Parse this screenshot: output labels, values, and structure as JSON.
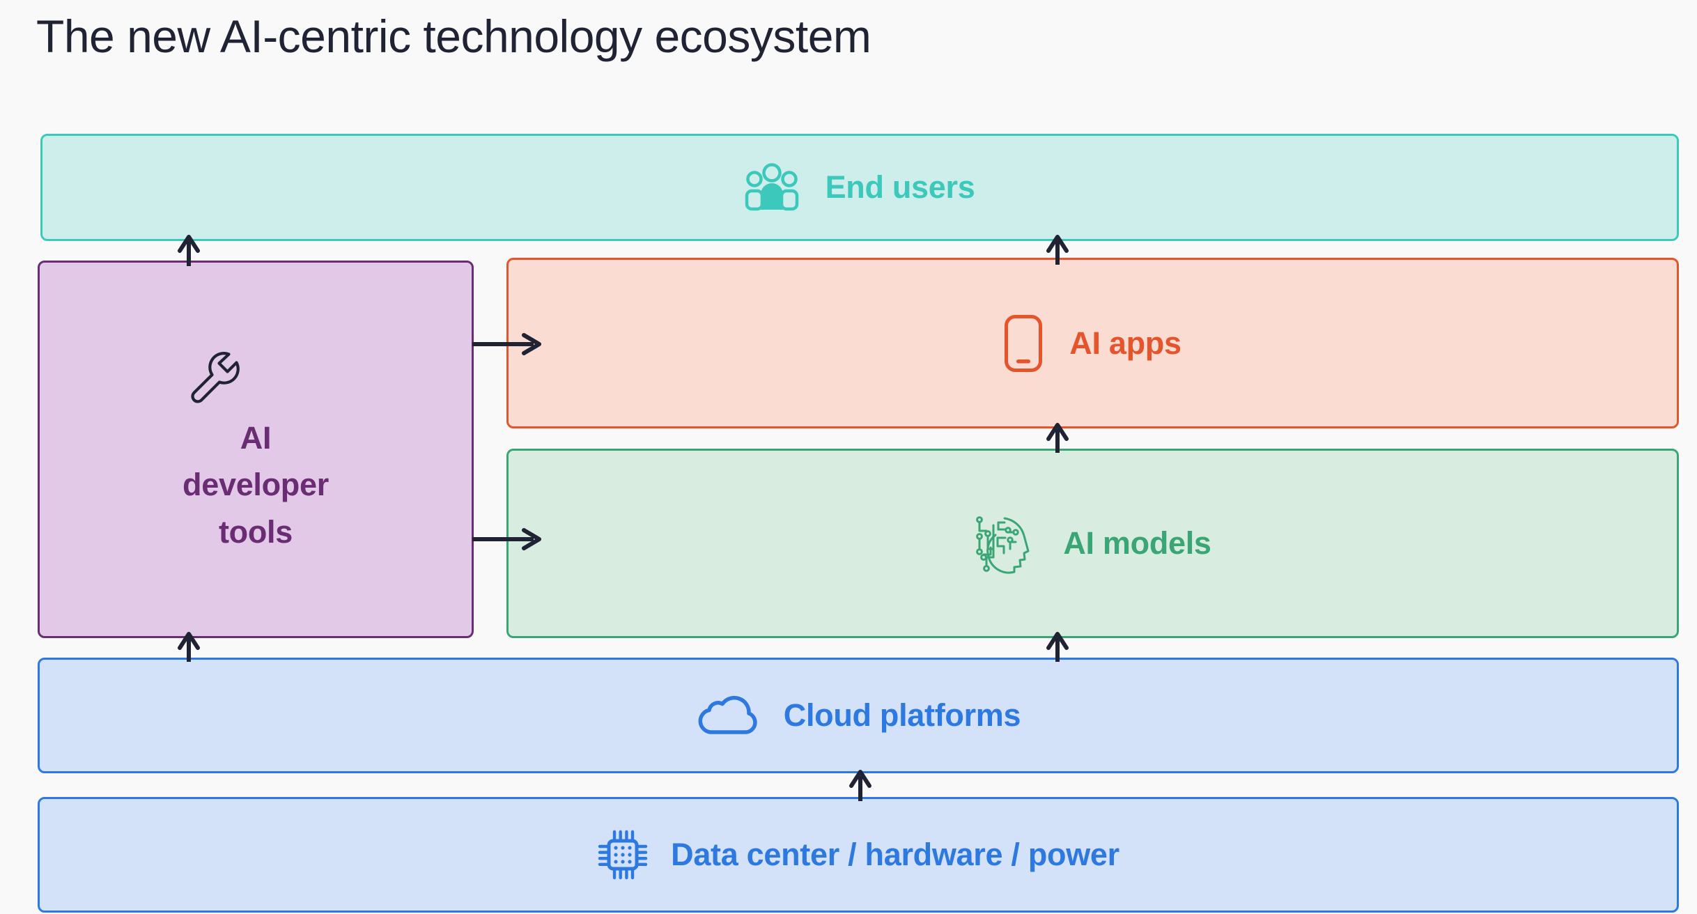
{
  "page": {
    "title": "The new AI-centric technology ecosystem",
    "background_color": "#f9f9f9",
    "title_color": "#1f2333"
  },
  "diagram": {
    "type": "layered-stack-diagram",
    "arrow_color": "#1f2333",
    "boxes": [
      {
        "id": "end-users",
        "label": "End users",
        "icon": "people-group-icon",
        "fill": "#cdeeea",
        "stroke": "#3cc9bb",
        "text_color": "#3cc9bb",
        "layer": "top"
      },
      {
        "id": "ai-developer-tools",
        "label": "AI developer tools",
        "label_lines": [
          "AI",
          "developer",
          "tools"
        ],
        "icon": "wrench-icon",
        "fill": "#e2c9e8",
        "stroke": "#6a2c72",
        "text_color": "#6a2c72",
        "icon_color": "#1f2333",
        "layer": "left-column"
      },
      {
        "id": "ai-apps",
        "label": "AI apps",
        "icon": "smartphone-icon",
        "fill": "#fadcd3",
        "stroke": "#e4552c",
        "text_color": "#e4552c",
        "layer": "middle-upper"
      },
      {
        "id": "ai-models",
        "label": "AI models",
        "icon": "ai-brain-profile-icon",
        "fill": "#d8ece0",
        "stroke": "#3aa575",
        "text_color": "#3aa575",
        "layer": "middle-lower"
      },
      {
        "id": "cloud-platforms",
        "label": "Cloud platforms",
        "icon": "cloud-icon",
        "fill": "#d3e2f9",
        "stroke": "#2d79e0",
        "text_color": "#2d79e0",
        "layer": "base-upper"
      },
      {
        "id": "data-center",
        "label": "Data center / hardware / power",
        "icon": "cpu-chip-icon",
        "fill": "#d3e2f9",
        "stroke": "#2d79e0",
        "text_color": "#2d79e0",
        "layer": "base-lower"
      }
    ],
    "connections": [
      {
        "from": "ai-developer-tools",
        "to": "end-users",
        "direction": "up"
      },
      {
        "from": "ai-apps",
        "to": "end-users",
        "direction": "up"
      },
      {
        "from": "ai-developer-tools",
        "to": "ai-apps",
        "direction": "right"
      },
      {
        "from": "ai-developer-tools",
        "to": "ai-models",
        "direction": "right"
      },
      {
        "from": "ai-models",
        "to": "ai-apps",
        "direction": "up"
      },
      {
        "from": "cloud-platforms",
        "to": "ai-developer-tools",
        "direction": "up"
      },
      {
        "from": "cloud-platforms",
        "to": "ai-models",
        "direction": "up"
      },
      {
        "from": "data-center",
        "to": "cloud-platforms",
        "direction": "up"
      }
    ]
  }
}
